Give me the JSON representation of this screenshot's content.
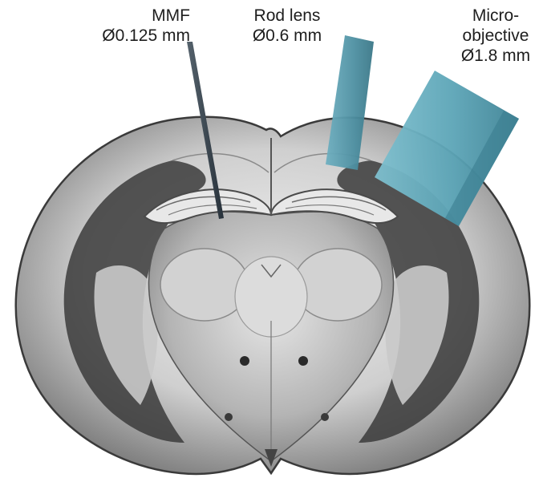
{
  "labels": {
    "mmf": {
      "name": "MMF",
      "diameter": "Ø0.125 mm"
    },
    "rod_lens": {
      "name": "Rod lens",
      "diameter": "Ø0.6 mm"
    },
    "micro_objective": {
      "name_line1": "Micro-",
      "name_line2": "objective",
      "diameter": "Ø1.8 mm"
    }
  },
  "colors": {
    "background": "#ffffff",
    "text": "#1e1e1e",
    "brain_light": "#d8d8d8",
    "brain_mid": "#9a9a9a",
    "brain_dark": "#2e2e2e",
    "fiber": "#3a4650",
    "rod_lens": "#4f8fa0",
    "micro_objective": "#5da6b7"
  },
  "icons": {
    "illustration": "coronal-brain-section"
  }
}
